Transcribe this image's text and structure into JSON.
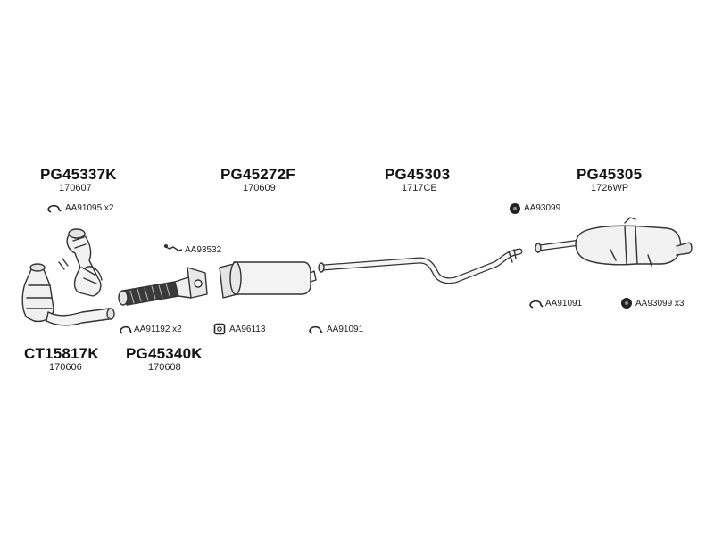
{
  "parts": {
    "p1": {
      "number": "PG45337K",
      "code": "170607"
    },
    "p2": {
      "number": "PG45272F",
      "code": "170609"
    },
    "p3": {
      "number": "PG45303",
      "code": "1717CE"
    },
    "p4": {
      "number": "PG45305",
      "code": "1726WP"
    },
    "p5": {
      "number": "CT15817K",
      "code": "170606"
    },
    "p6": {
      "number": "PG45340K",
      "code": "170608"
    }
  },
  "hardware": {
    "h1": "AA91095 x2",
    "h2": "AA93532",
    "h3": "AA93099",
    "h4": "AA91192 x2",
    "h5": "AA96113",
    "h6": "AA91091",
    "h7": "AA91091",
    "h8": "AA93099 x3"
  },
  "icons": {
    "clamp": "clamp-icon",
    "nut": "nut-icon",
    "gasket": "gasket-icon",
    "bolt": "bolt-icon"
  }
}
